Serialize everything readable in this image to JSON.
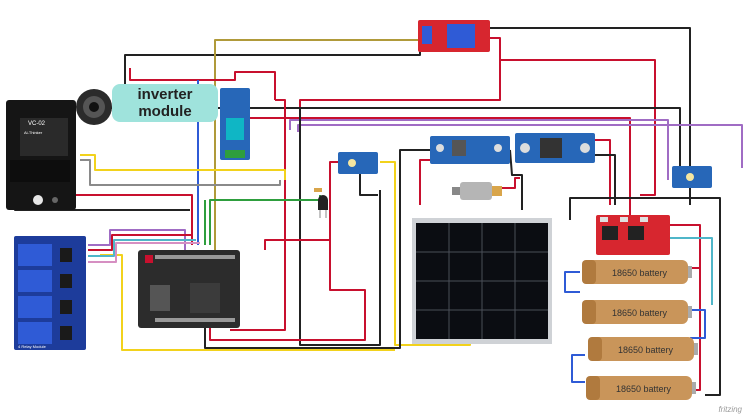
{
  "diagram": {
    "inverter_label": "inverter module",
    "battery_label": "18650 battery",
    "voice_module_label": "VC-02",
    "voice_module_sub": "Ai-Thinker",
    "relay_board_label": "4 Relay Module",
    "watermark": "fritzing"
  },
  "colors": {
    "red": "#c8102e",
    "green": "#2e9e3e",
    "blue": "#2f5bd6",
    "yellow": "#f2d21c",
    "purple": "#a06cc4",
    "black": "#222222",
    "gray": "#8a8a8a",
    "olive": "#b09a3a",
    "cyan": "#4fb6c9",
    "inverter_fill": "#9fe3dc",
    "board_blue": "#1d3c9b",
    "pcb_red": "#d7262f",
    "battery_copper": "#c9955a"
  }
}
